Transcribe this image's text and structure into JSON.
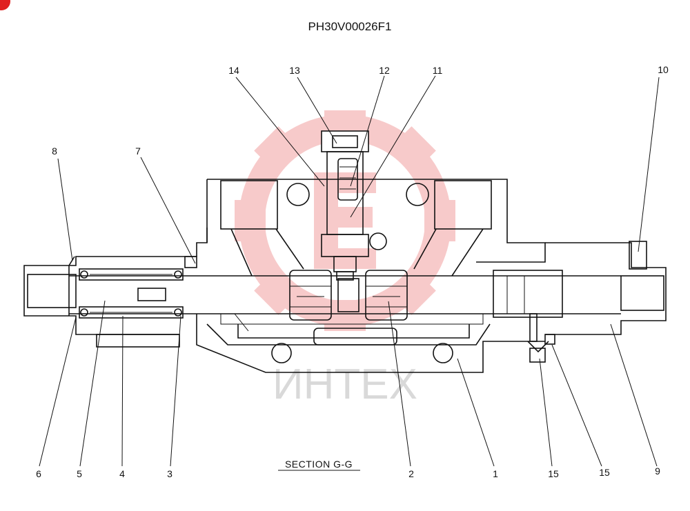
{
  "drawing": {
    "title": "PH30V00026F1",
    "section_label": "SECTION  G-G",
    "watermark_text": "ИНТЕХ",
    "colors": {
      "line": "#111111",
      "watermark": "#f2a0a0",
      "watermark_text": "#d9d9d9",
      "corner_mark": "#e02020"
    }
  },
  "callouts": {
    "c1": "1",
    "c2": "2",
    "c3": "3",
    "c4": "4",
    "c5": "5",
    "c6": "6",
    "c7": "7",
    "c8": "8",
    "c9": "9",
    "c10": "10",
    "c11": "11",
    "c12": "12",
    "c13": "13",
    "c14": "14",
    "c15a": "15",
    "c15b": "15"
  }
}
